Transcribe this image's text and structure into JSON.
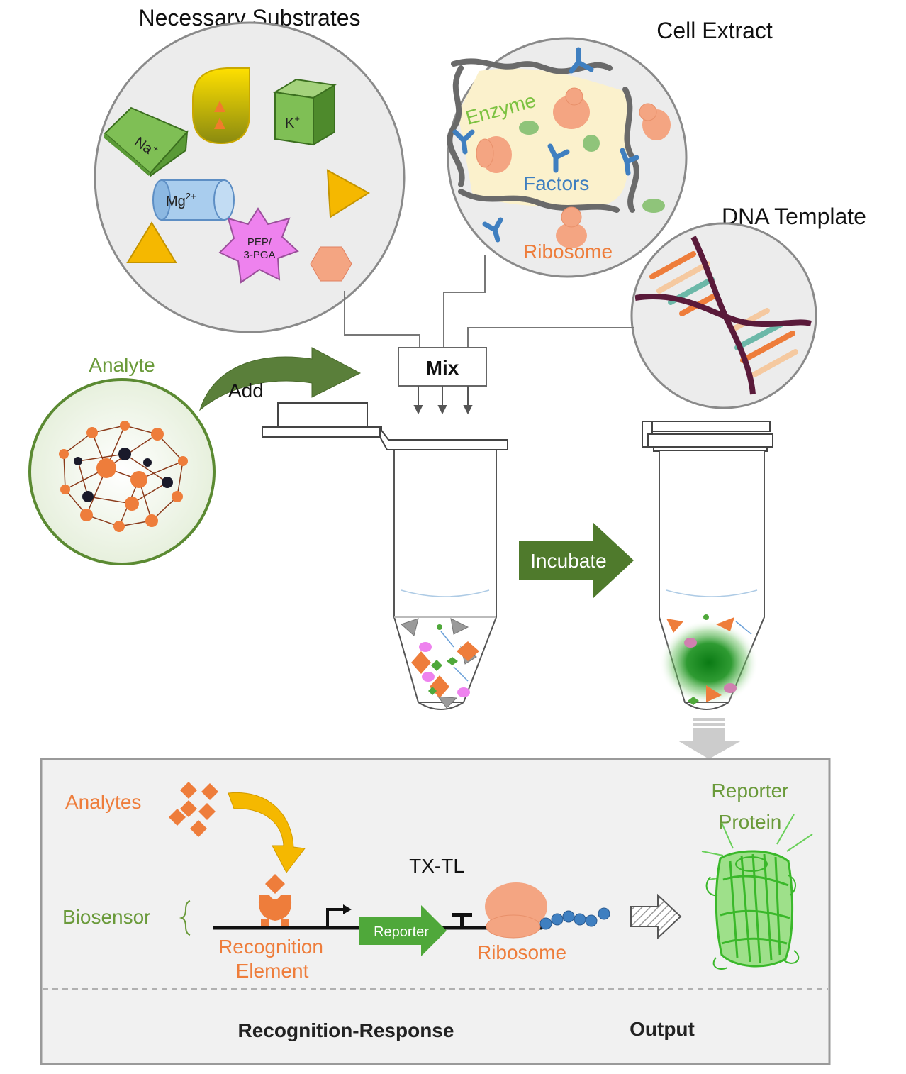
{
  "labels": {
    "necessary_substrates": "Necessary Substrates",
    "cell_extract": "Cell Extract",
    "dna_template": "DNA Template",
    "analyte": "Analyte",
    "add": "Add",
    "mix": "Mix",
    "incubate": "Incubate",
    "enzyme": "Enzyme",
    "factors": "Factors",
    "ribosome_top": "Ribosome",
    "na": "Na",
    "na_sup": "+",
    "k": "K",
    "k_sup": "+",
    "mg": "Mg",
    "mg_sup": "2+",
    "pep_line1": "PEP/",
    "pep_line2": "3-PGA"
  },
  "panel": {
    "analytes": "Analytes",
    "biosensor": "Biosensor",
    "txtl": "TX-TL",
    "reporter_arrow": "Reporter",
    "recognition_line1": "Recognition",
    "recognition_line2": "Element",
    "ribosome": "Ribosome",
    "reporter_protein_line1": "Reporter",
    "reporter_protein_line2": "Protein",
    "footer_left": "Recognition-Response",
    "footer_right": "Output"
  },
  "colors": {
    "dark_green": "#4f7a2c",
    "mid_green": "#6a9a3a",
    "light_green": "#7dc242",
    "orange": "#ee7d3b",
    "salmon": "#f4a582",
    "blue": "#3f7fc0",
    "yellow": "#f5b800",
    "circle_gray": "#ececec",
    "panel_gray": "#f1f1f1",
    "pink": "#ee82ee"
  }
}
